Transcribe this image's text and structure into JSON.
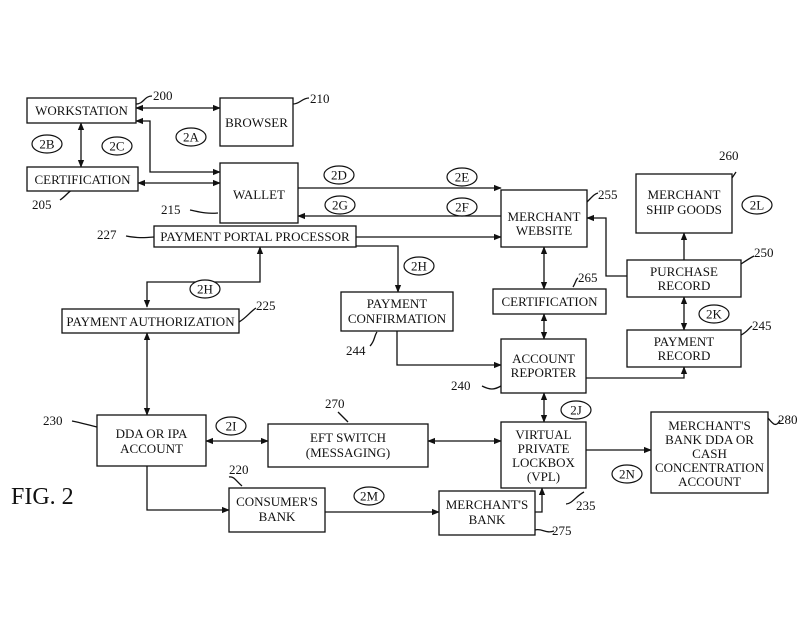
{
  "figure_label": "FIG. 2",
  "boxes": {
    "workstation": "WORKSTATION",
    "browser": "BROWSER",
    "certification_left": "CERTIFICATION",
    "wallet": "WALLET",
    "merchant_ship_goods": [
      "MERCHANT",
      "SHIP GOODS"
    ],
    "merchant_website": [
      "MERCHANT",
      "WEBSITE"
    ],
    "payment_portal_processor": "PAYMENT PORTAL PROCESSOR",
    "purchase_record": [
      "PURCHASE",
      "RECORD"
    ],
    "payment_authorization": "PAYMENT AUTHORIZATION",
    "payment_confirmation": [
      "PAYMENT",
      "CONFIRMATION"
    ],
    "certification_right": "CERTIFICATION",
    "payment_record": [
      "PAYMENT",
      "RECORD"
    ],
    "account_reporter": [
      "ACCOUNT",
      "REPORTER"
    ],
    "dda_ipa_account": [
      "DDA OR IPA",
      "ACCOUNT"
    ],
    "eft_switch": [
      "EFT SWITCH",
      "(MESSAGING)"
    ],
    "virtual_private_lockbox": [
      "VIRTUAL",
      "PRIVATE",
      "LOCKBOX",
      "(VPL)"
    ],
    "merchants_bank_dda": [
      "MERCHANT'S",
      "BANK DDA OR",
      "CASH",
      "CONCENTRATION",
      "ACCOUNT"
    ],
    "consumers_bank": [
      "CONSUMER'S",
      "BANK"
    ],
    "merchants_bank": [
      "MERCHANT'S",
      "BANK"
    ]
  },
  "reference_numbers": {
    "workstation": "200",
    "browser": "210",
    "certification_left": "205",
    "wallet": "215",
    "merchant_ship_goods": "260",
    "merchant_website": "255",
    "payment_portal_processor": "227",
    "purchase_record": "250",
    "payment_authorization": "225",
    "certification_right": "265",
    "payment_record": "245",
    "payment_confirmation": "244",
    "account_reporter": "240",
    "dda_ipa_account": "230",
    "eft_switch": "270",
    "merchants_bank_dda": "280",
    "consumers_bank": "220",
    "virtual_private_lockbox": "235",
    "merchants_bank": "275"
  },
  "step_tags": {
    "t2A": "2A",
    "t2B": "2B",
    "t2C": "2C",
    "t2D": "2D",
    "t2E": "2E",
    "t2F": "2F",
    "t2G": "2G",
    "t2H_top": "2H",
    "t2H_left": "2H",
    "t2I": "2I",
    "t2J": "2J",
    "t2K": "2K",
    "t2L": "2L",
    "t2M": "2M",
    "t2N": "2N"
  }
}
